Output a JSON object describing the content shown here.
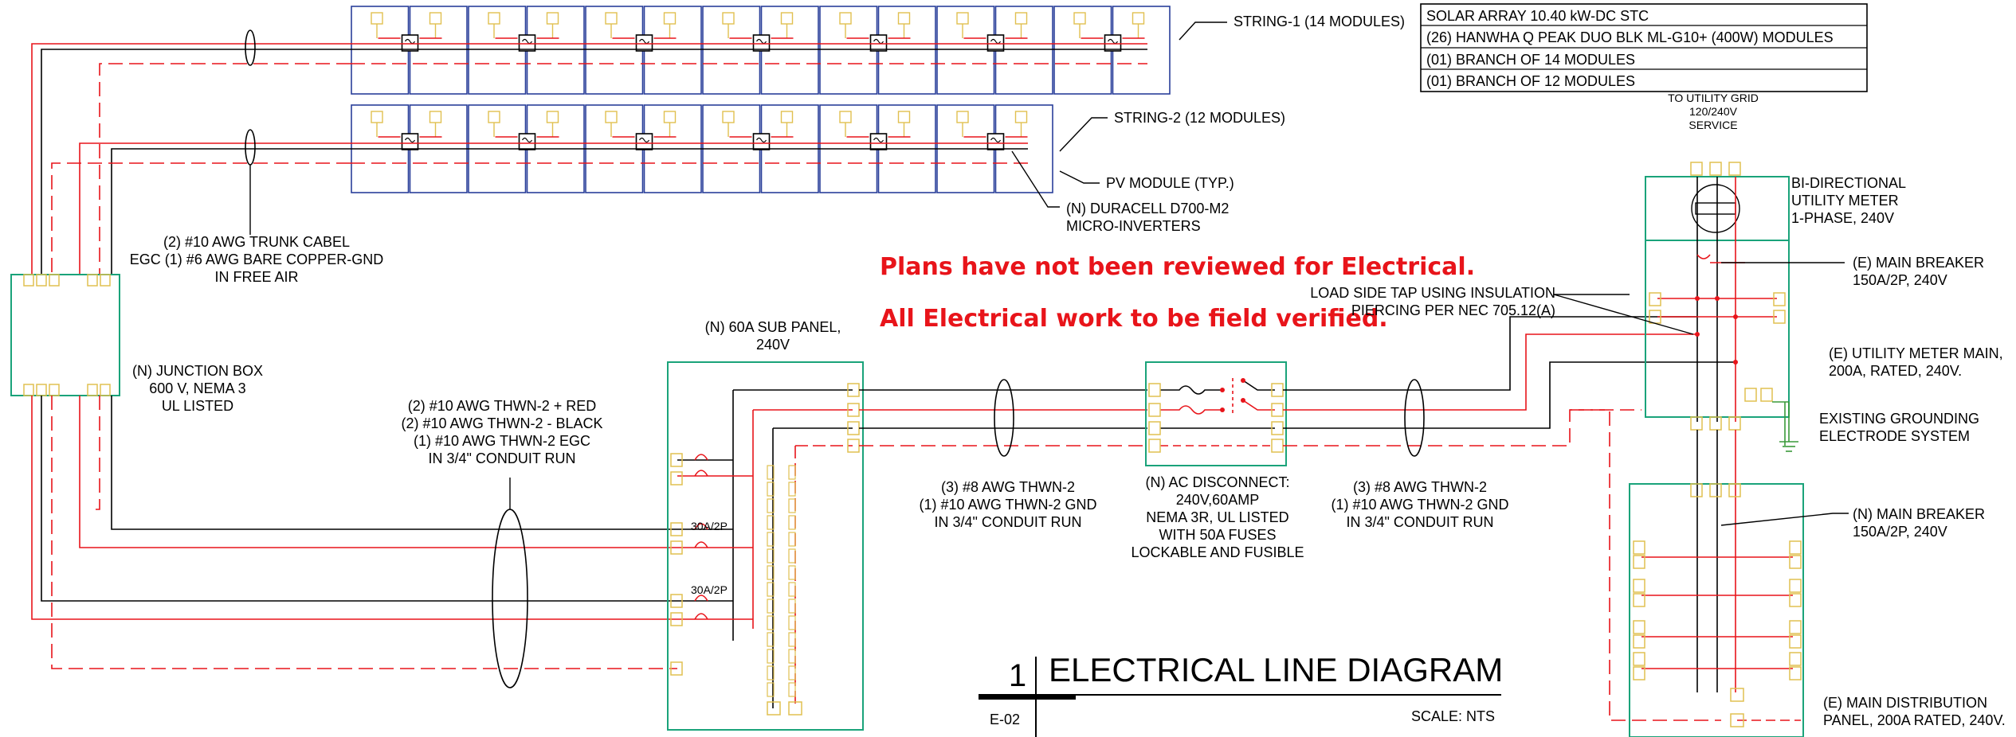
{
  "info_box": {
    "line1": "SOLAR ARRAY 10.40 kW-DC STC",
    "line2": "(26) HANWHA Q PEAK DUO BLK ML-G10+  (400W) MODULES",
    "line3": "(01) BRANCH OF 14 MODULES",
    "line4": "(01) BRANCH OF 12 MODULES"
  },
  "strings": {
    "string1": "STRING-1 (14 MODULES)",
    "string2": "STRING-2 (12 MODULES)",
    "pv_module": "PV MODULE (TYP.)",
    "micro_1": "(N) DURACELL D700-M2",
    "micro_2": "MICRO-INVERTERS"
  },
  "trunk": {
    "line1": "(2) #10 AWG TRUNK CABEL",
    "line2": "EGC (1) #6 AWG BARE COPPER-GND",
    "line3": "IN FREE AIR"
  },
  "junction": {
    "line1": "(N) JUNCTION BOX",
    "line2": "600 V, NEMA 3",
    "line3": "UL LISTED"
  },
  "thwn_run": {
    "line1": "(2) #10 AWG THWN-2 + RED",
    "line2": "(2) #10 AWG THWN-2 - BLACK",
    "line3": "(1) #10 AWG THWN-2 EGC",
    "line4": "IN 3/4\" CONDUIT RUN"
  },
  "sub_panel": {
    "line1": "(N) 60A SUB PANEL,",
    "line2": "240V",
    "breaker1": "30A/2P",
    "breaker2": "30A/2P"
  },
  "conduit1": {
    "line1": "(3) #8 AWG THWN-2",
    "line2": "(1) #10 AWG THWN-2 GND",
    "line3": "IN 3/4\" CONDUIT RUN"
  },
  "disconnect": {
    "line1": "(N) AC DISCONNECT:",
    "line2": "240V,60AMP",
    "line3": "NEMA 3R, UL LISTED",
    "line4": "WITH 50A FUSES",
    "line5": "LOCKABLE AND FUSIBLE"
  },
  "conduit2": {
    "line1": "(3) #8 AWG THWN-2",
    "line2": "(1) #10 AWG THWN-2 GND",
    "line3": "IN 3/4\" CONDUIT RUN"
  },
  "notes": {
    "note1": "Plans have not been reviewed for Electrical.",
    "note2": "All Electrical work to be field verified."
  },
  "load_tap": {
    "line1": "LOAD SIDE TAP USING  INSULATION",
    "line2": "PIERCING PER NEC 705.12(A)"
  },
  "utility": {
    "grid1": "TO UTILITY GRID",
    "grid2": "120/240V",
    "grid3": "SERVICE",
    "meter1": "BI-DIRECTIONAL",
    "meter2": "UTILITY METER",
    "meter3": "1-PHASE, 240V",
    "main_e1": "(E) MAIN BREAKER",
    "main_e2": "150A/2P, 240V",
    "umain1": "(E) UTILITY METER MAIN,",
    "umain2": "200A, RATED, 240V.",
    "ground1": "EXISTING GROUNDING",
    "ground2": "ELECTRODE SYSTEM",
    "main_n1": "(N) MAIN BREAKER",
    "main_n2": "150A/2P, 240V",
    "dist1": "(E) MAIN DISTRIBUTION",
    "dist2": "PANEL, 200A RATED, 240V."
  },
  "title_block": {
    "number": "1",
    "title": "ELECTRICAL LINE DIAGRAM",
    "scale": "SCALE: NTS",
    "sheet": "E-02"
  },
  "colors": {
    "wire_red": "#e8141a",
    "wire_black": "#000000",
    "panel_green": "#1aa37a",
    "module_blue": "#2a3f9a",
    "terminal_yellow": "#e0c050",
    "ground_green": "#3a9a3a"
  }
}
